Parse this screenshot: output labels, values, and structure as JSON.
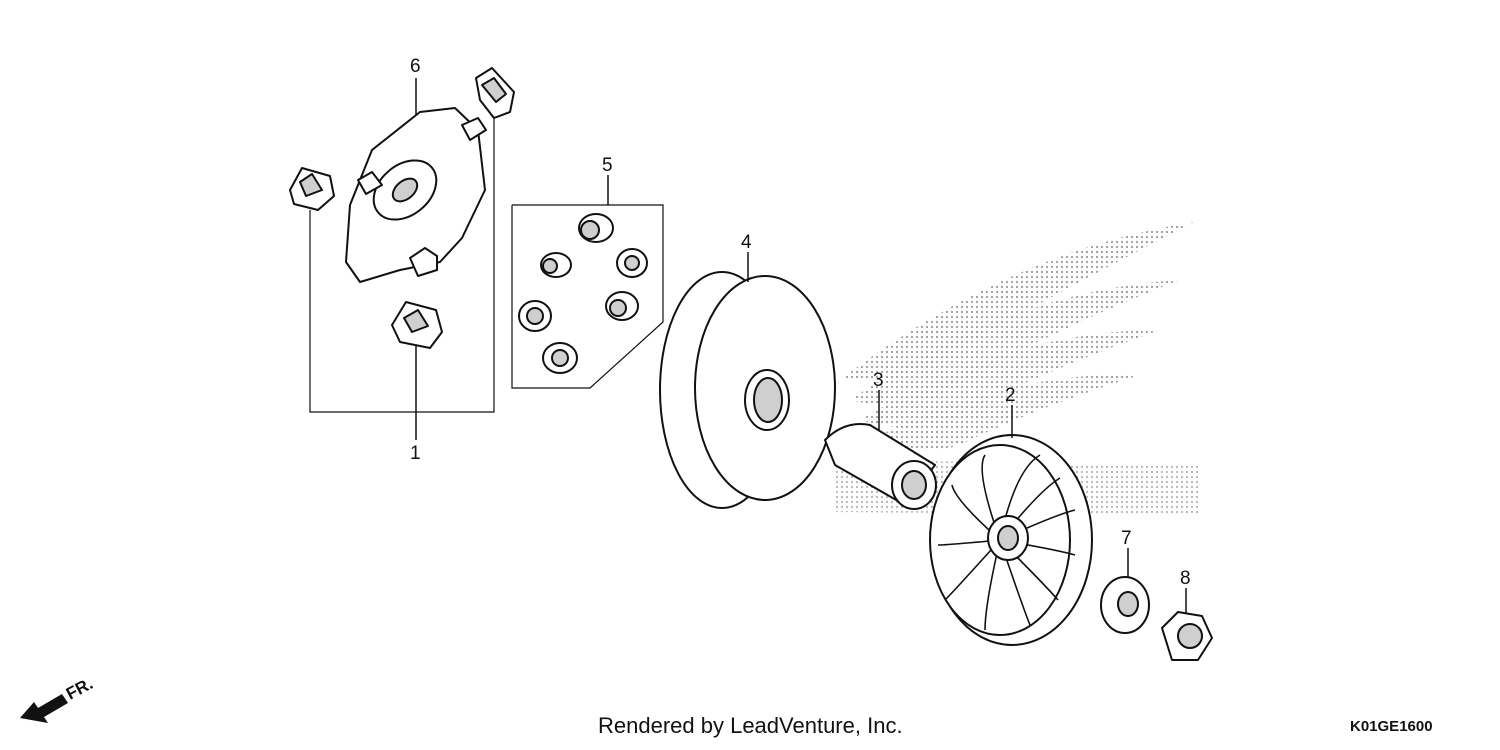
{
  "callouts": {
    "c1": "1",
    "c2": "2",
    "c3": "3",
    "c4": "4",
    "c5": "5",
    "c6": "6",
    "c7": "7",
    "c8": "8"
  },
  "direction_label": "FR.",
  "footer": {
    "credit": "Rendered by LeadVenture, Inc.",
    "diagram_code": "K01GE1600"
  },
  "colors": {
    "line": "#111111",
    "watermark": "#b0b0b0"
  },
  "icons": [
    "front-direction-arrow-icon",
    "brand-wing-watermark"
  ]
}
